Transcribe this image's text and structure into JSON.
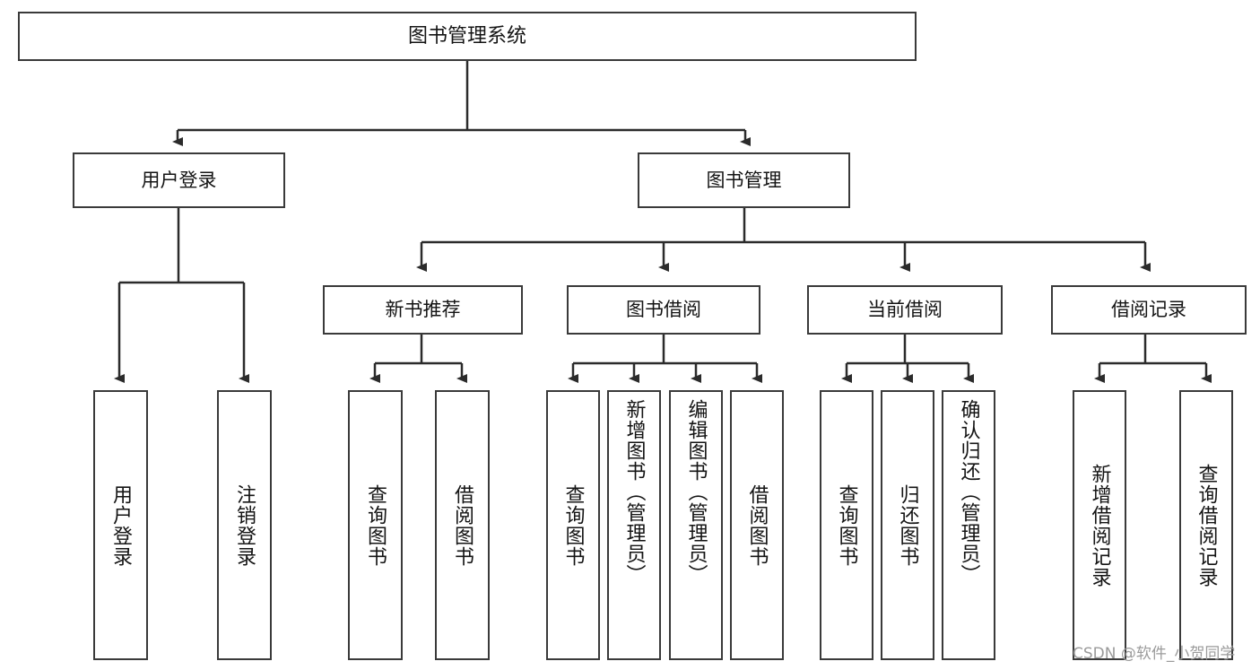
{
  "diagram": {
    "title": "图书管理系统",
    "type": "tree",
    "stroke_color": "#3a3a3a",
    "text_color": "#141414",
    "background": "#ffffff"
  },
  "nodes": {
    "root": {
      "label": "图书管理系统"
    },
    "level2": [
      {
        "label": "用户登录"
      },
      {
        "label": "图书管理"
      }
    ],
    "level3": [
      {
        "label": "新书推荐"
      },
      {
        "label": "图书借阅"
      },
      {
        "label": "当前借阅"
      },
      {
        "label": "借阅记录"
      }
    ],
    "leaves_user_login": [
      {
        "label": "用户登录"
      },
      {
        "label": "注销登录"
      }
    ],
    "leaves_new_book": [
      {
        "label": "查询图书"
      },
      {
        "label": "借阅图书"
      }
    ],
    "leaves_borrow": [
      {
        "label": "查询图书"
      },
      {
        "label": "新增图书（管理员）"
      },
      {
        "label": "编辑图书（管理员）"
      },
      {
        "label": "借阅图书"
      }
    ],
    "leaves_current": [
      {
        "label": "查询图书"
      },
      {
        "label": "归还图书"
      },
      {
        "label": "确认归还（管理员）"
      }
    ],
    "leaves_records": [
      {
        "label": "新增借阅记录"
      },
      {
        "label": "查询借阅记录"
      }
    ]
  },
  "watermark": {
    "text": "CSDN @软件_小贺同学"
  }
}
